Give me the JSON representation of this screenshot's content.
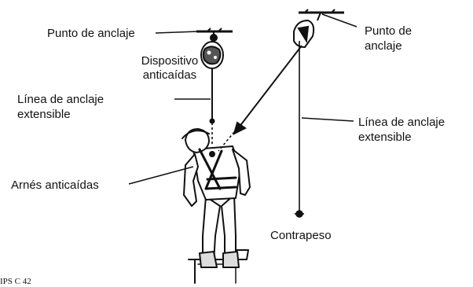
{
  "colors": {
    "ink": "#111111",
    "background": "#ffffff"
  },
  "labels": {
    "anchor_left": "Punto de anclaje",
    "device_line1": "Dispositivo",
    "device_line2": "anticaídas",
    "lifeline_left_line1": "Línea de anclaje",
    "lifeline_left_line2": "extensible",
    "harness": "Arnés anticaídas",
    "anchor_right_line1": "Punto de",
    "anchor_right_line2": "anclaje",
    "lifeline_right_line1": "Línea de anclaje",
    "lifeline_right_line2": "extensible",
    "counterweight": "Contrapeso",
    "figure_code": "IPS C 42"
  }
}
